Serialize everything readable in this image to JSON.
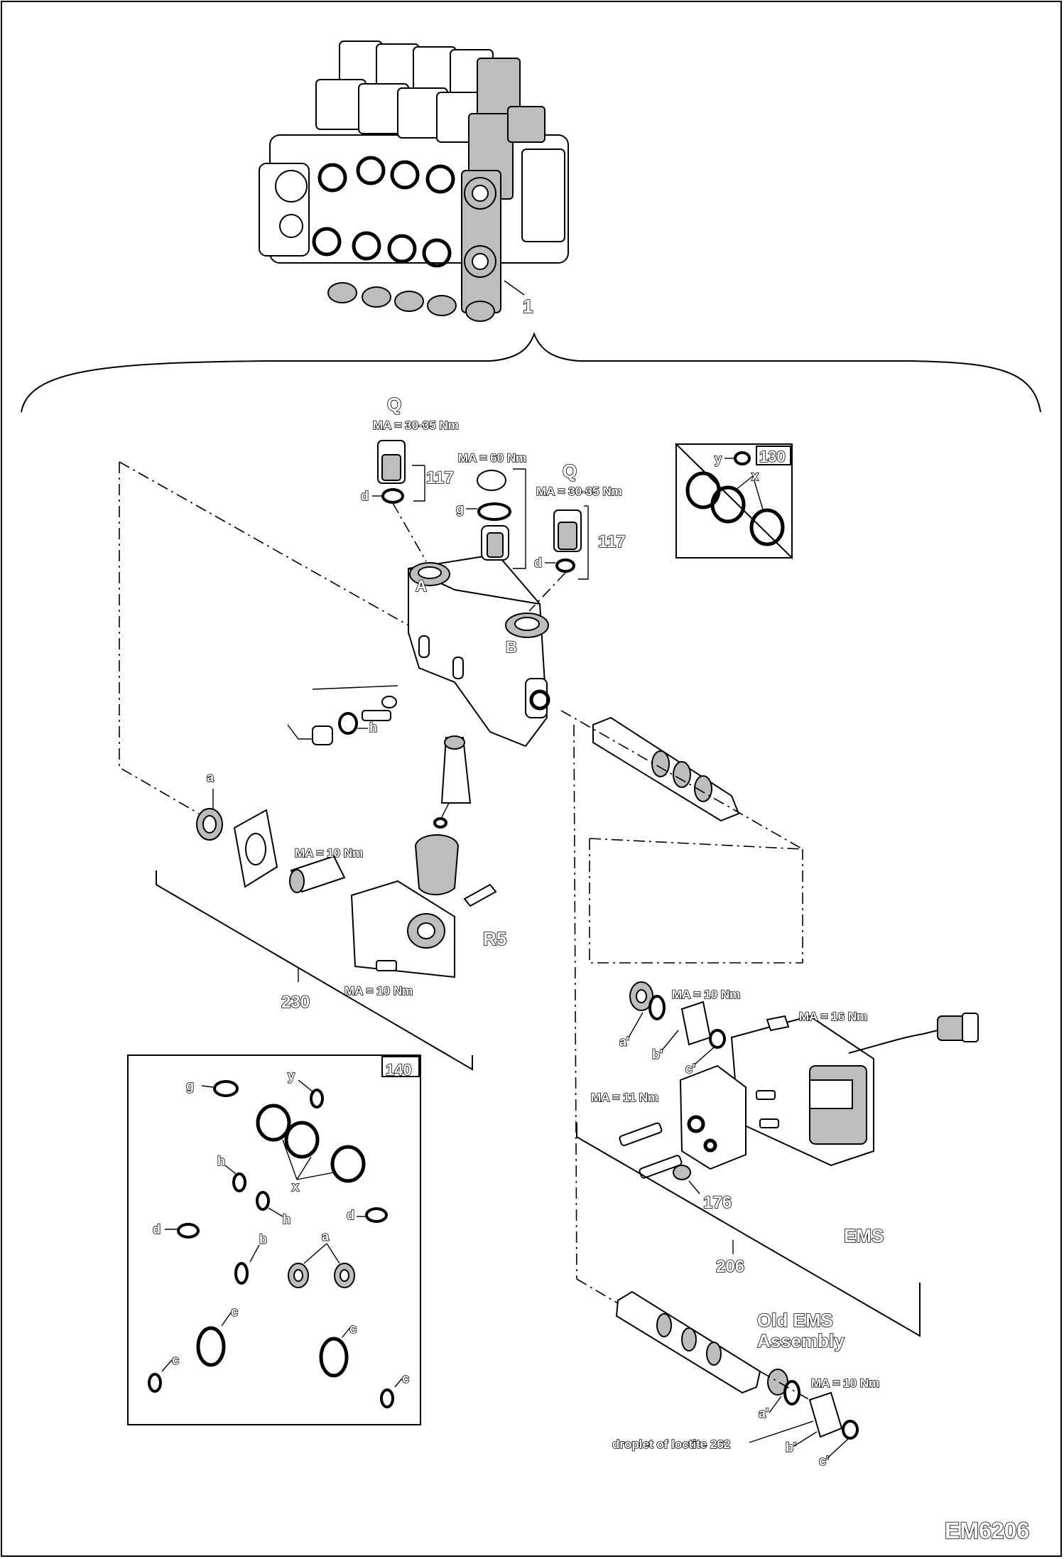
{
  "labels": {
    "item_1": "1",
    "q_top": "Q",
    "q_right": "Q",
    "torque_30_35_a": "MA = 30-35 Nm",
    "torque_30_35_b": "MA = 30-35 Nm",
    "torque_60": "MA = 60 Nm",
    "torque_10_a": "MA = 10 Nm",
    "torque_10_b": "MA = 10 Nm",
    "torque_10_c": "MA = 10 Nm",
    "torque_10_d": "MA = 10 Nm",
    "torque_16": "MA = 16 Nm",
    "torque_11": "MA = 11 Nm",
    "item_117_a": "117",
    "item_117_b": "117",
    "item_130": "130",
    "item_140": "140",
    "item_230": "230",
    "item_176": "176",
    "item_206": "206",
    "port_a": "A",
    "port_b": "B",
    "r5": "R5",
    "ems": "EMS",
    "old_ems_line1": "Old EMS",
    "old_ems_line2": "Assembly",
    "loctite_note": "droplet of loctite 262",
    "drawing_id": "EM6206",
    "letters": {
      "a": "a",
      "b": "b",
      "c": "c",
      "d": "d",
      "g": "g",
      "h": "h",
      "x": "x",
      "y": "y",
      "a_prime": "a'",
      "b_prime": "b'",
      "c_prime": "c'"
    }
  }
}
